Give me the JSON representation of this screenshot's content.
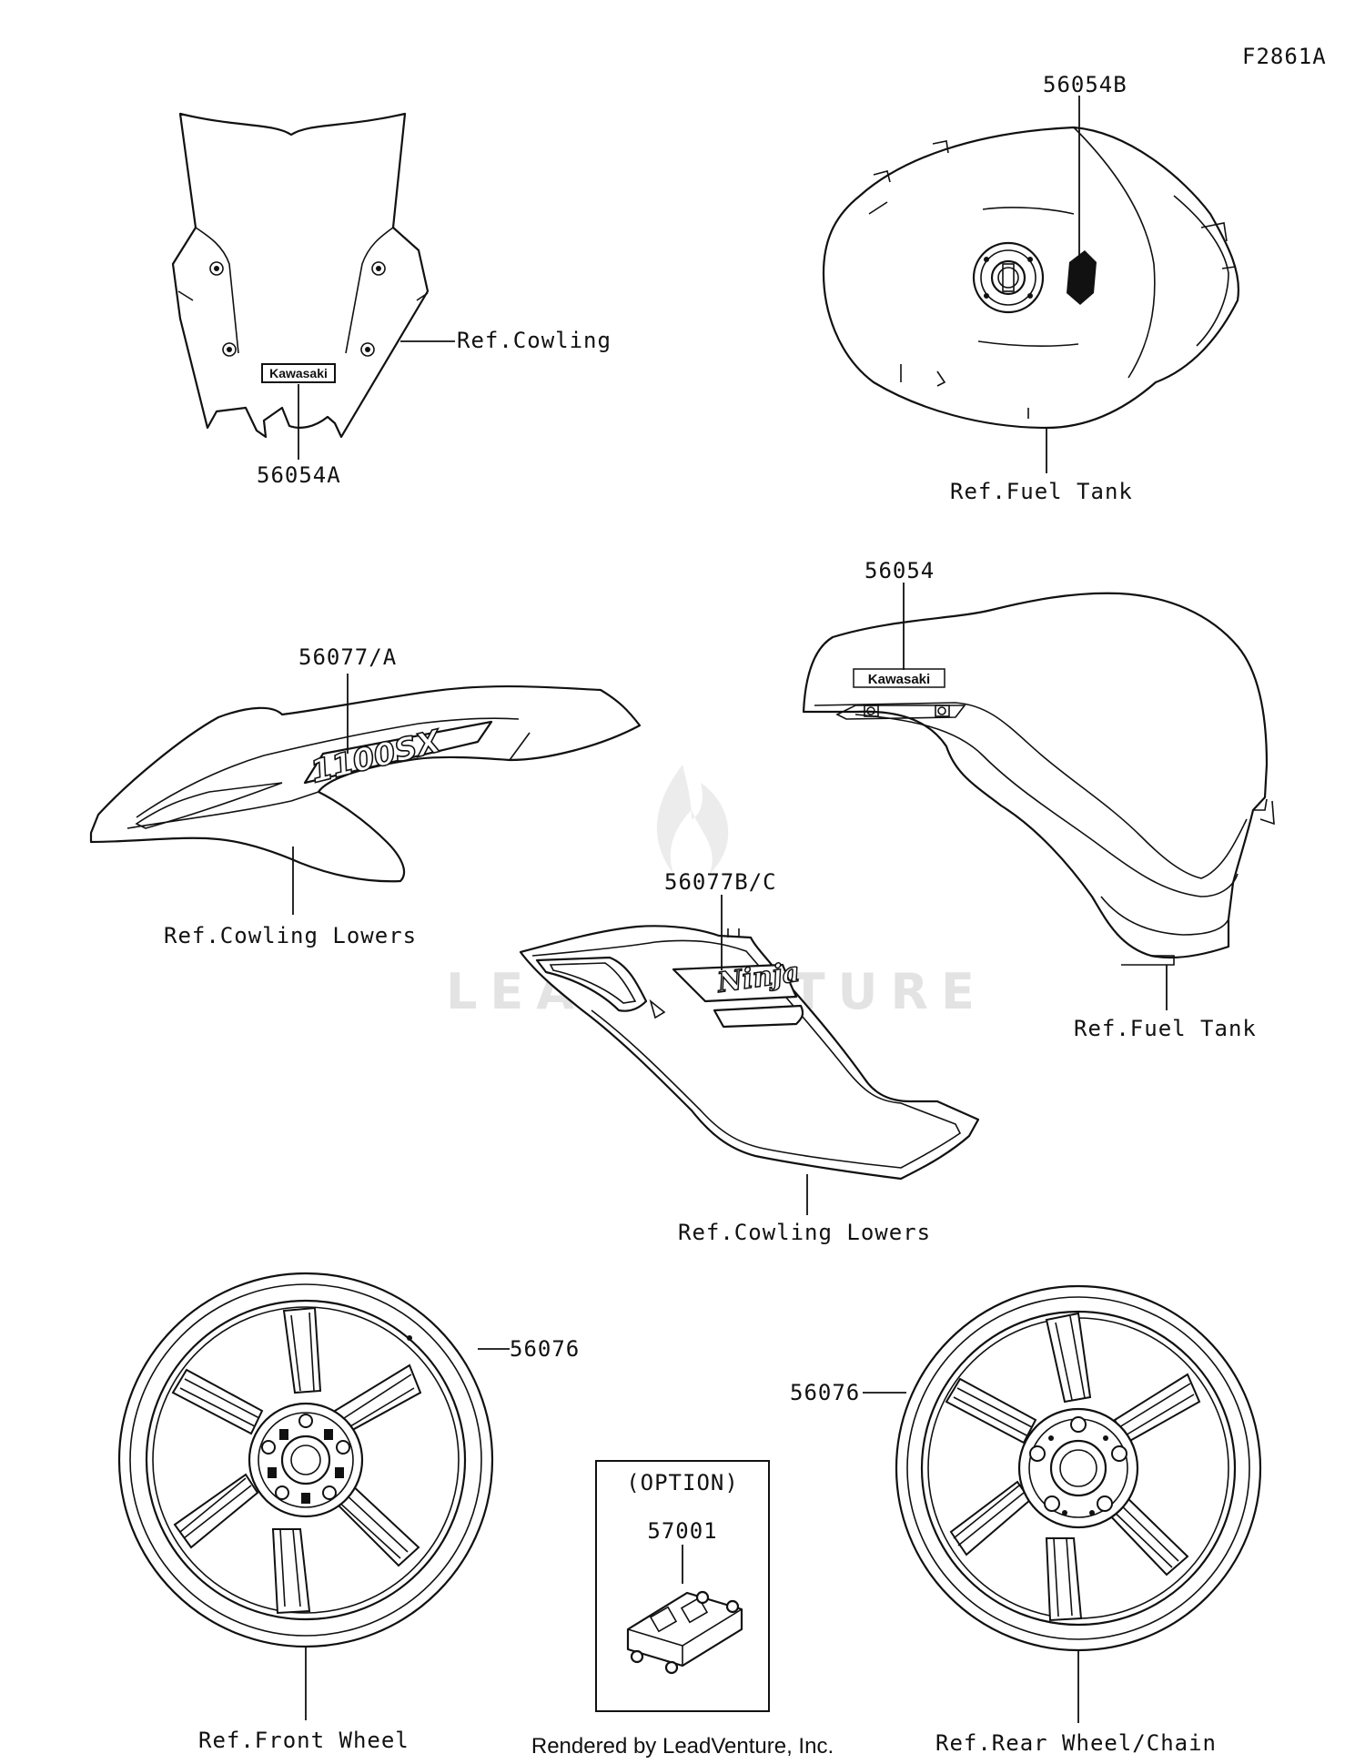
{
  "figure_code": "F2861A",
  "watermark": "LEADVENTURE",
  "footer": "Rendered by LeadVenture, Inc.",
  "option_box": {
    "title": "(OPTION)",
    "part": "57001"
  },
  "labels": {
    "windshield_part": "56054A",
    "windshield_ref": "Ref.Cowling",
    "tank_top_part": "56054B",
    "tank_top_ref": "Ref.Fuel Tank",
    "tank_side_part": "56054",
    "tank_side_ref": "Ref.Fuel Tank",
    "cowl_left_part": "56077/A",
    "cowl_left_ref": "Ref.Cowling Lowers",
    "cowl_mid_part": "56077B/C",
    "cowl_mid_ref": "Ref.Cowling Lowers",
    "front_wheel_part": "56076",
    "front_wheel_ref": "Ref.Front Wheel",
    "rear_wheel_part": "56076",
    "rear_wheel_ref": "Ref.Rear Wheel/Chain"
  },
  "decal_text": {
    "windshield_logo": "Kawasaki",
    "tank_side_logo": "Kawasaki",
    "cowl_model": "1100SX",
    "cowl_ninja": "Ninja"
  }
}
